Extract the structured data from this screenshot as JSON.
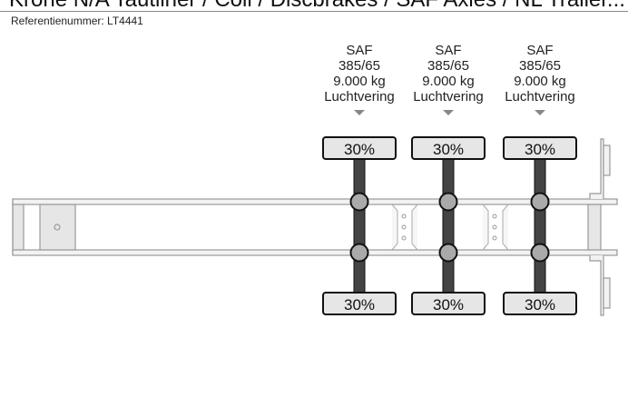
{
  "header": {
    "title": "Krone N/A Tautliner / Coil / Discbrakes / SAF Axles / NL Trailer...",
    "reference": "Referentienummer: LT4441"
  },
  "axles": [
    {
      "brand": "SAF",
      "tire": "385/65",
      "load": "9.000 kg",
      "suspension": "Luchtvering",
      "top_pct": "30%",
      "bottom_pct": "30%"
    },
    {
      "brand": "SAF",
      "tire": "385/65",
      "load": "9.000 kg",
      "suspension": "Luchtvering",
      "top_pct": "30%",
      "bottom_pct": "30%"
    },
    {
      "brand": "SAF",
      "tire": "385/65",
      "load": "9.000 kg",
      "suspension": "Luchtvering",
      "top_pct": "30%",
      "bottom_pct": "30%"
    }
  ],
  "colors": {
    "axle": "#444444",
    "hub": "#aaaaaa",
    "frame": "#999999",
    "tire_fill": "#e6e6e6"
  }
}
